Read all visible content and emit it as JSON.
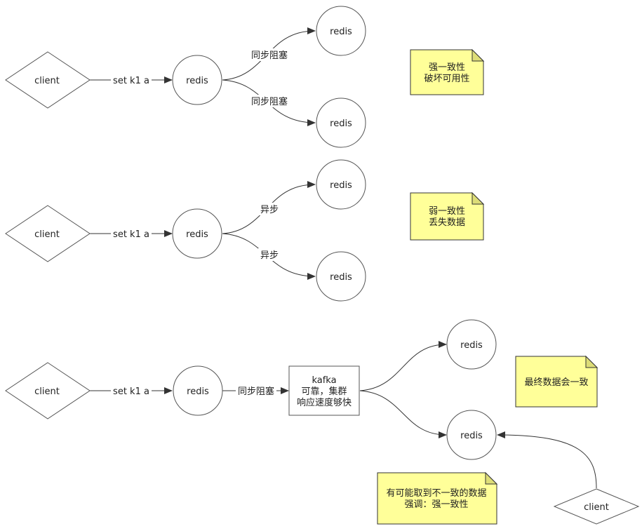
{
  "nodes": {
    "client1": "client",
    "redis1": "redis",
    "redis1a": "redis",
    "redis1b": "redis",
    "client2": "client",
    "redis2": "redis",
    "redis2a": "redis",
    "redis2b": "redis",
    "client3": "client",
    "redis3": "redis",
    "kafka": [
      "kafka",
      "可靠，集群",
      "响应速度够快"
    ],
    "redis3a": "redis",
    "redis3b": "redis",
    "client4": "client"
  },
  "edges": {
    "e1": "set k1 a",
    "e1a": "同步阻塞",
    "e1b": "同步阻塞",
    "e2": "set k1 a",
    "e2a": "异步",
    "e2b": "异步",
    "e3": "set k1 a",
    "e3k": "同步阻塞"
  },
  "notes": {
    "note1": [
      "强一致性",
      "破坏可用性"
    ],
    "note2": [
      "弱一致性",
      "丢失数据"
    ],
    "note3": [
      "最终数据会一致"
    ],
    "note4": [
      "有可能取到不一致的数据",
      "强调：强一致性"
    ]
  },
  "colors": {
    "note_fill": "#ffff99",
    "stroke": "#333333"
  }
}
